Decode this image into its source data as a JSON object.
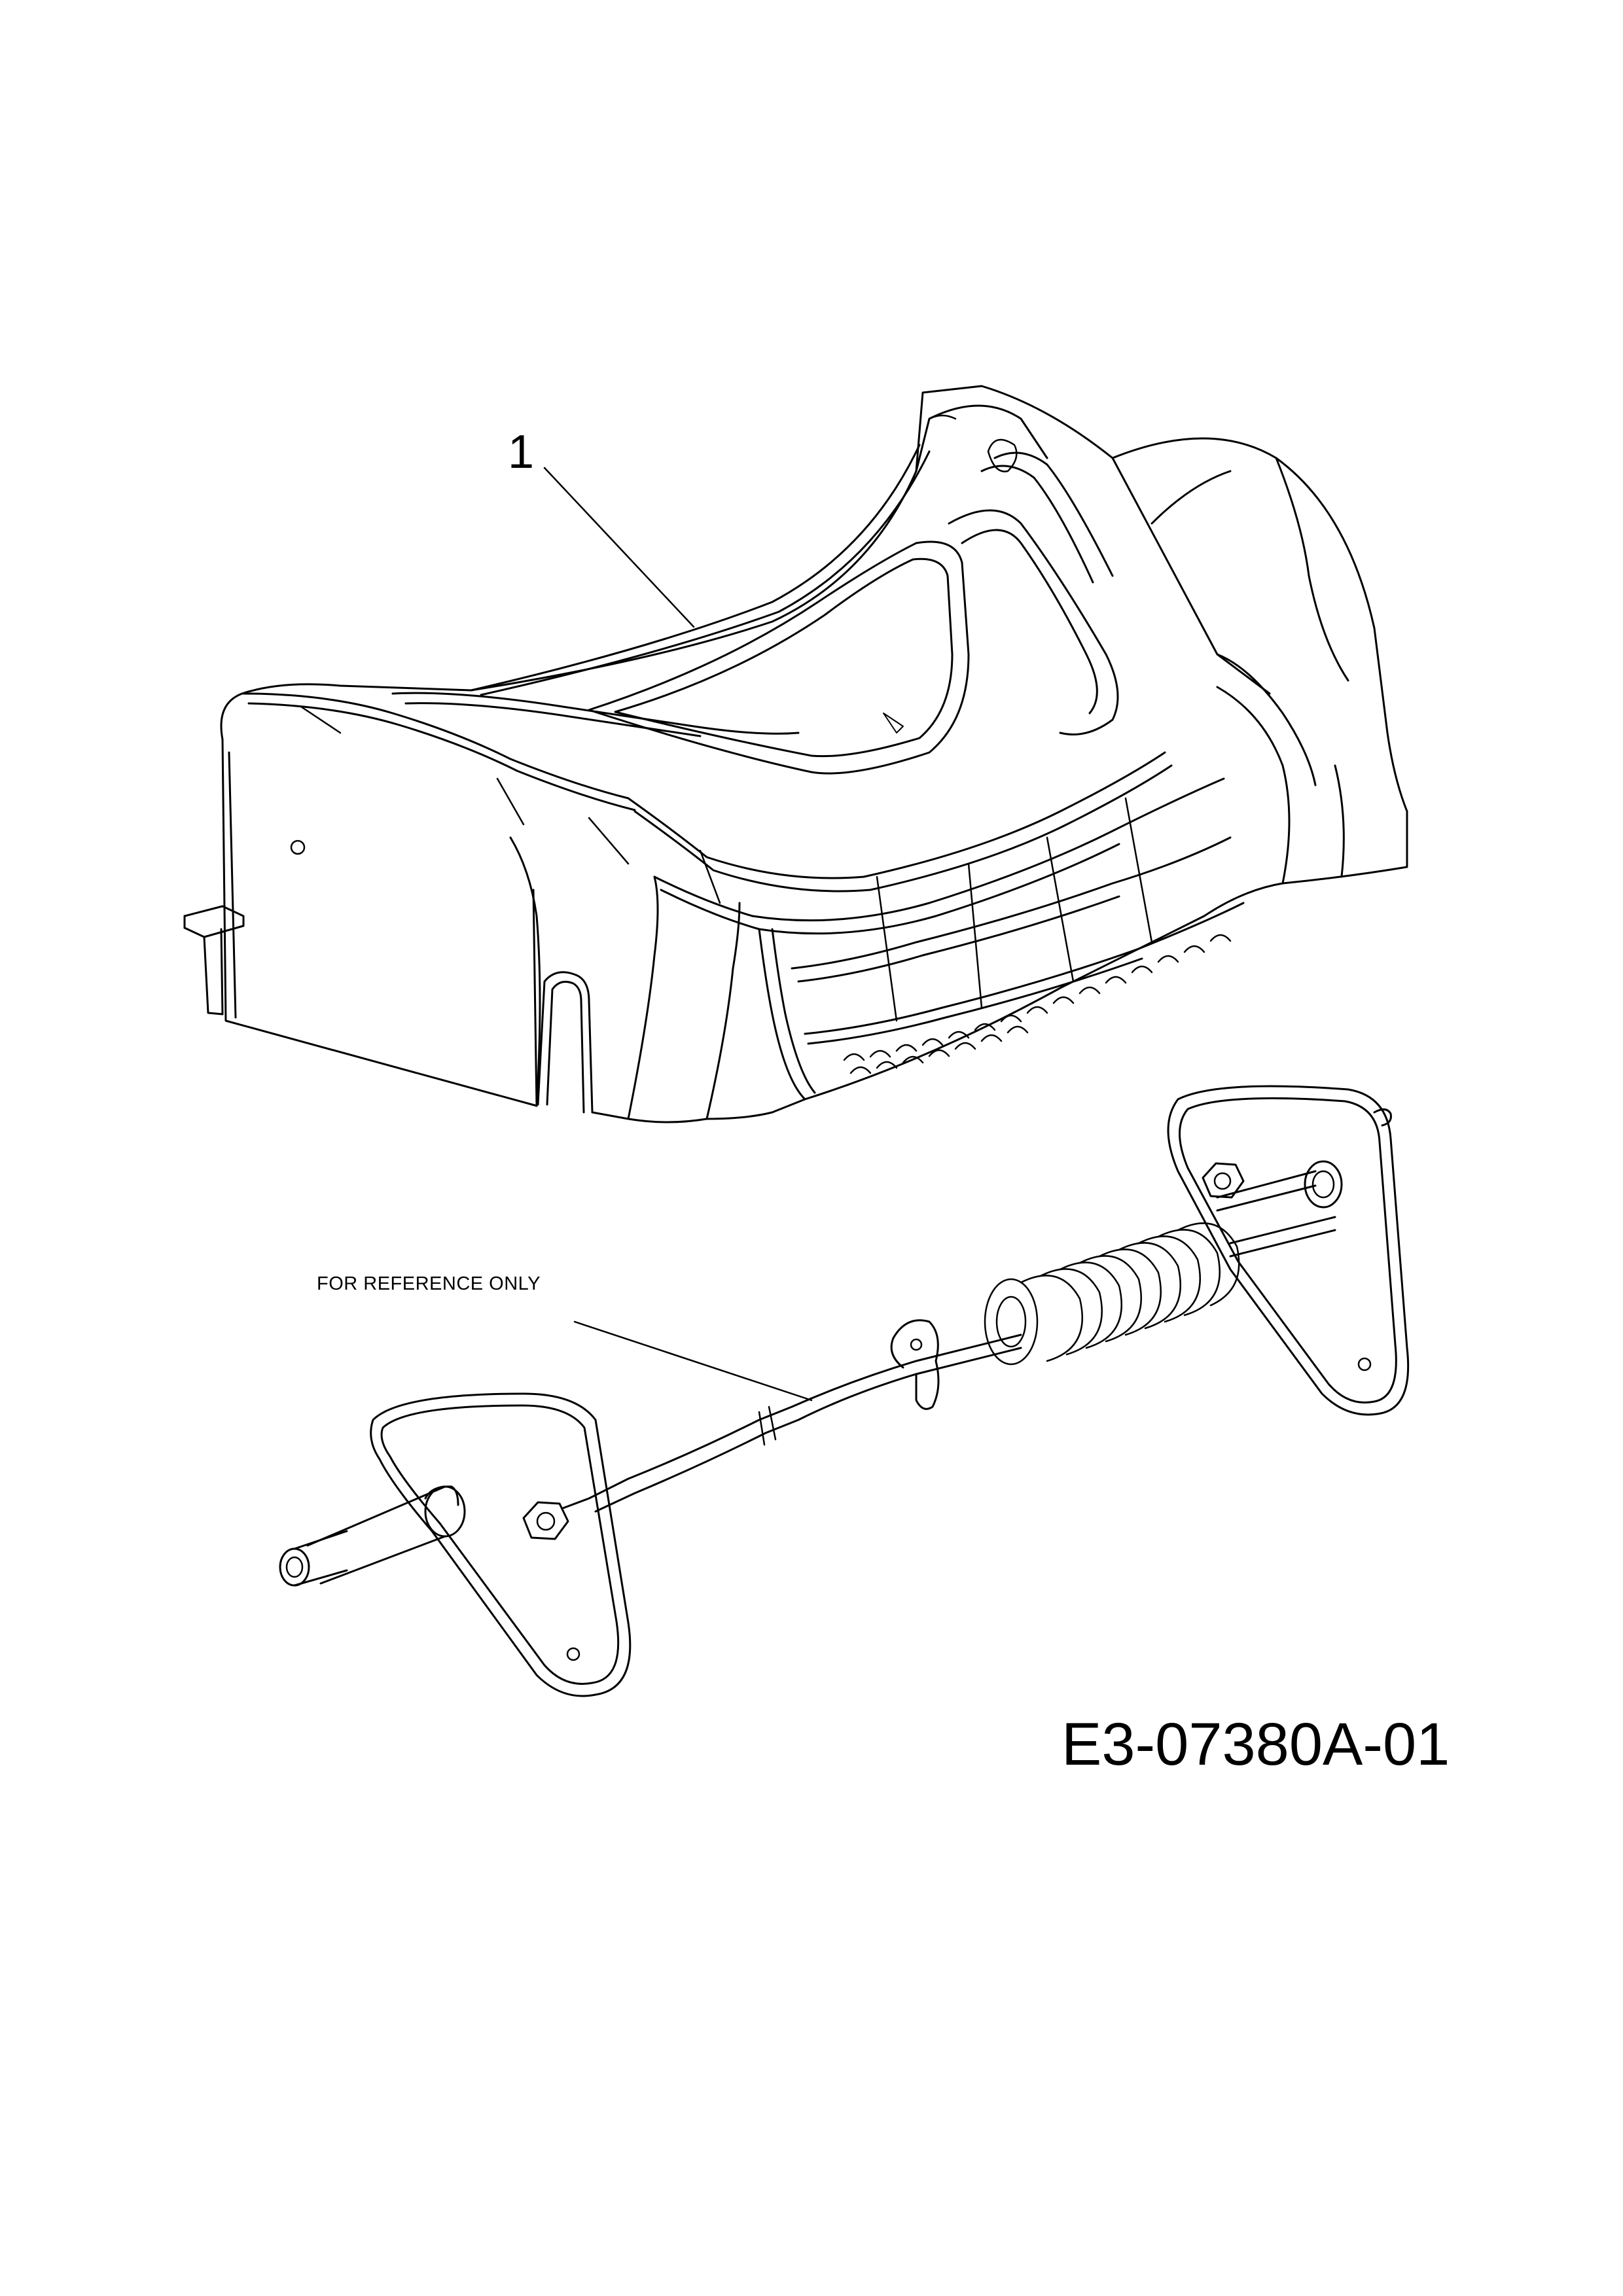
{
  "callouts": {
    "part_1": "1"
  },
  "notes": {
    "reference": "FOR REFERENCE ONLY"
  },
  "drawing": {
    "code": "E3-07380A-01"
  },
  "colors": {
    "line": "#000000",
    "background": "#ffffff"
  }
}
